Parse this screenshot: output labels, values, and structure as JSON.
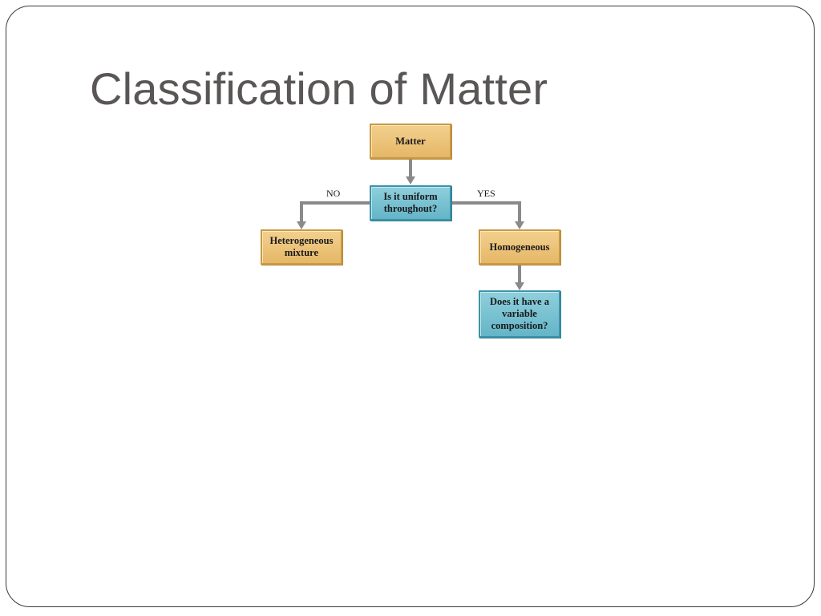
{
  "slide": {
    "title": "Classification of Matter"
  },
  "diagram": {
    "nodes": {
      "matter": "Matter",
      "uniform_question": "Is it uniform\nthroughout?",
      "heterogeneous": "Heterogeneous\nmixture",
      "homogeneous": "Homogeneous",
      "variable_question": "Does it have a\nvariable\ncomposition?"
    },
    "edge_labels": {
      "no": "NO",
      "yes": "YES"
    },
    "colors": {
      "decision_box": "#6ab8cb",
      "category_box": "#ecc178",
      "connector": "#8a8a8a"
    }
  }
}
